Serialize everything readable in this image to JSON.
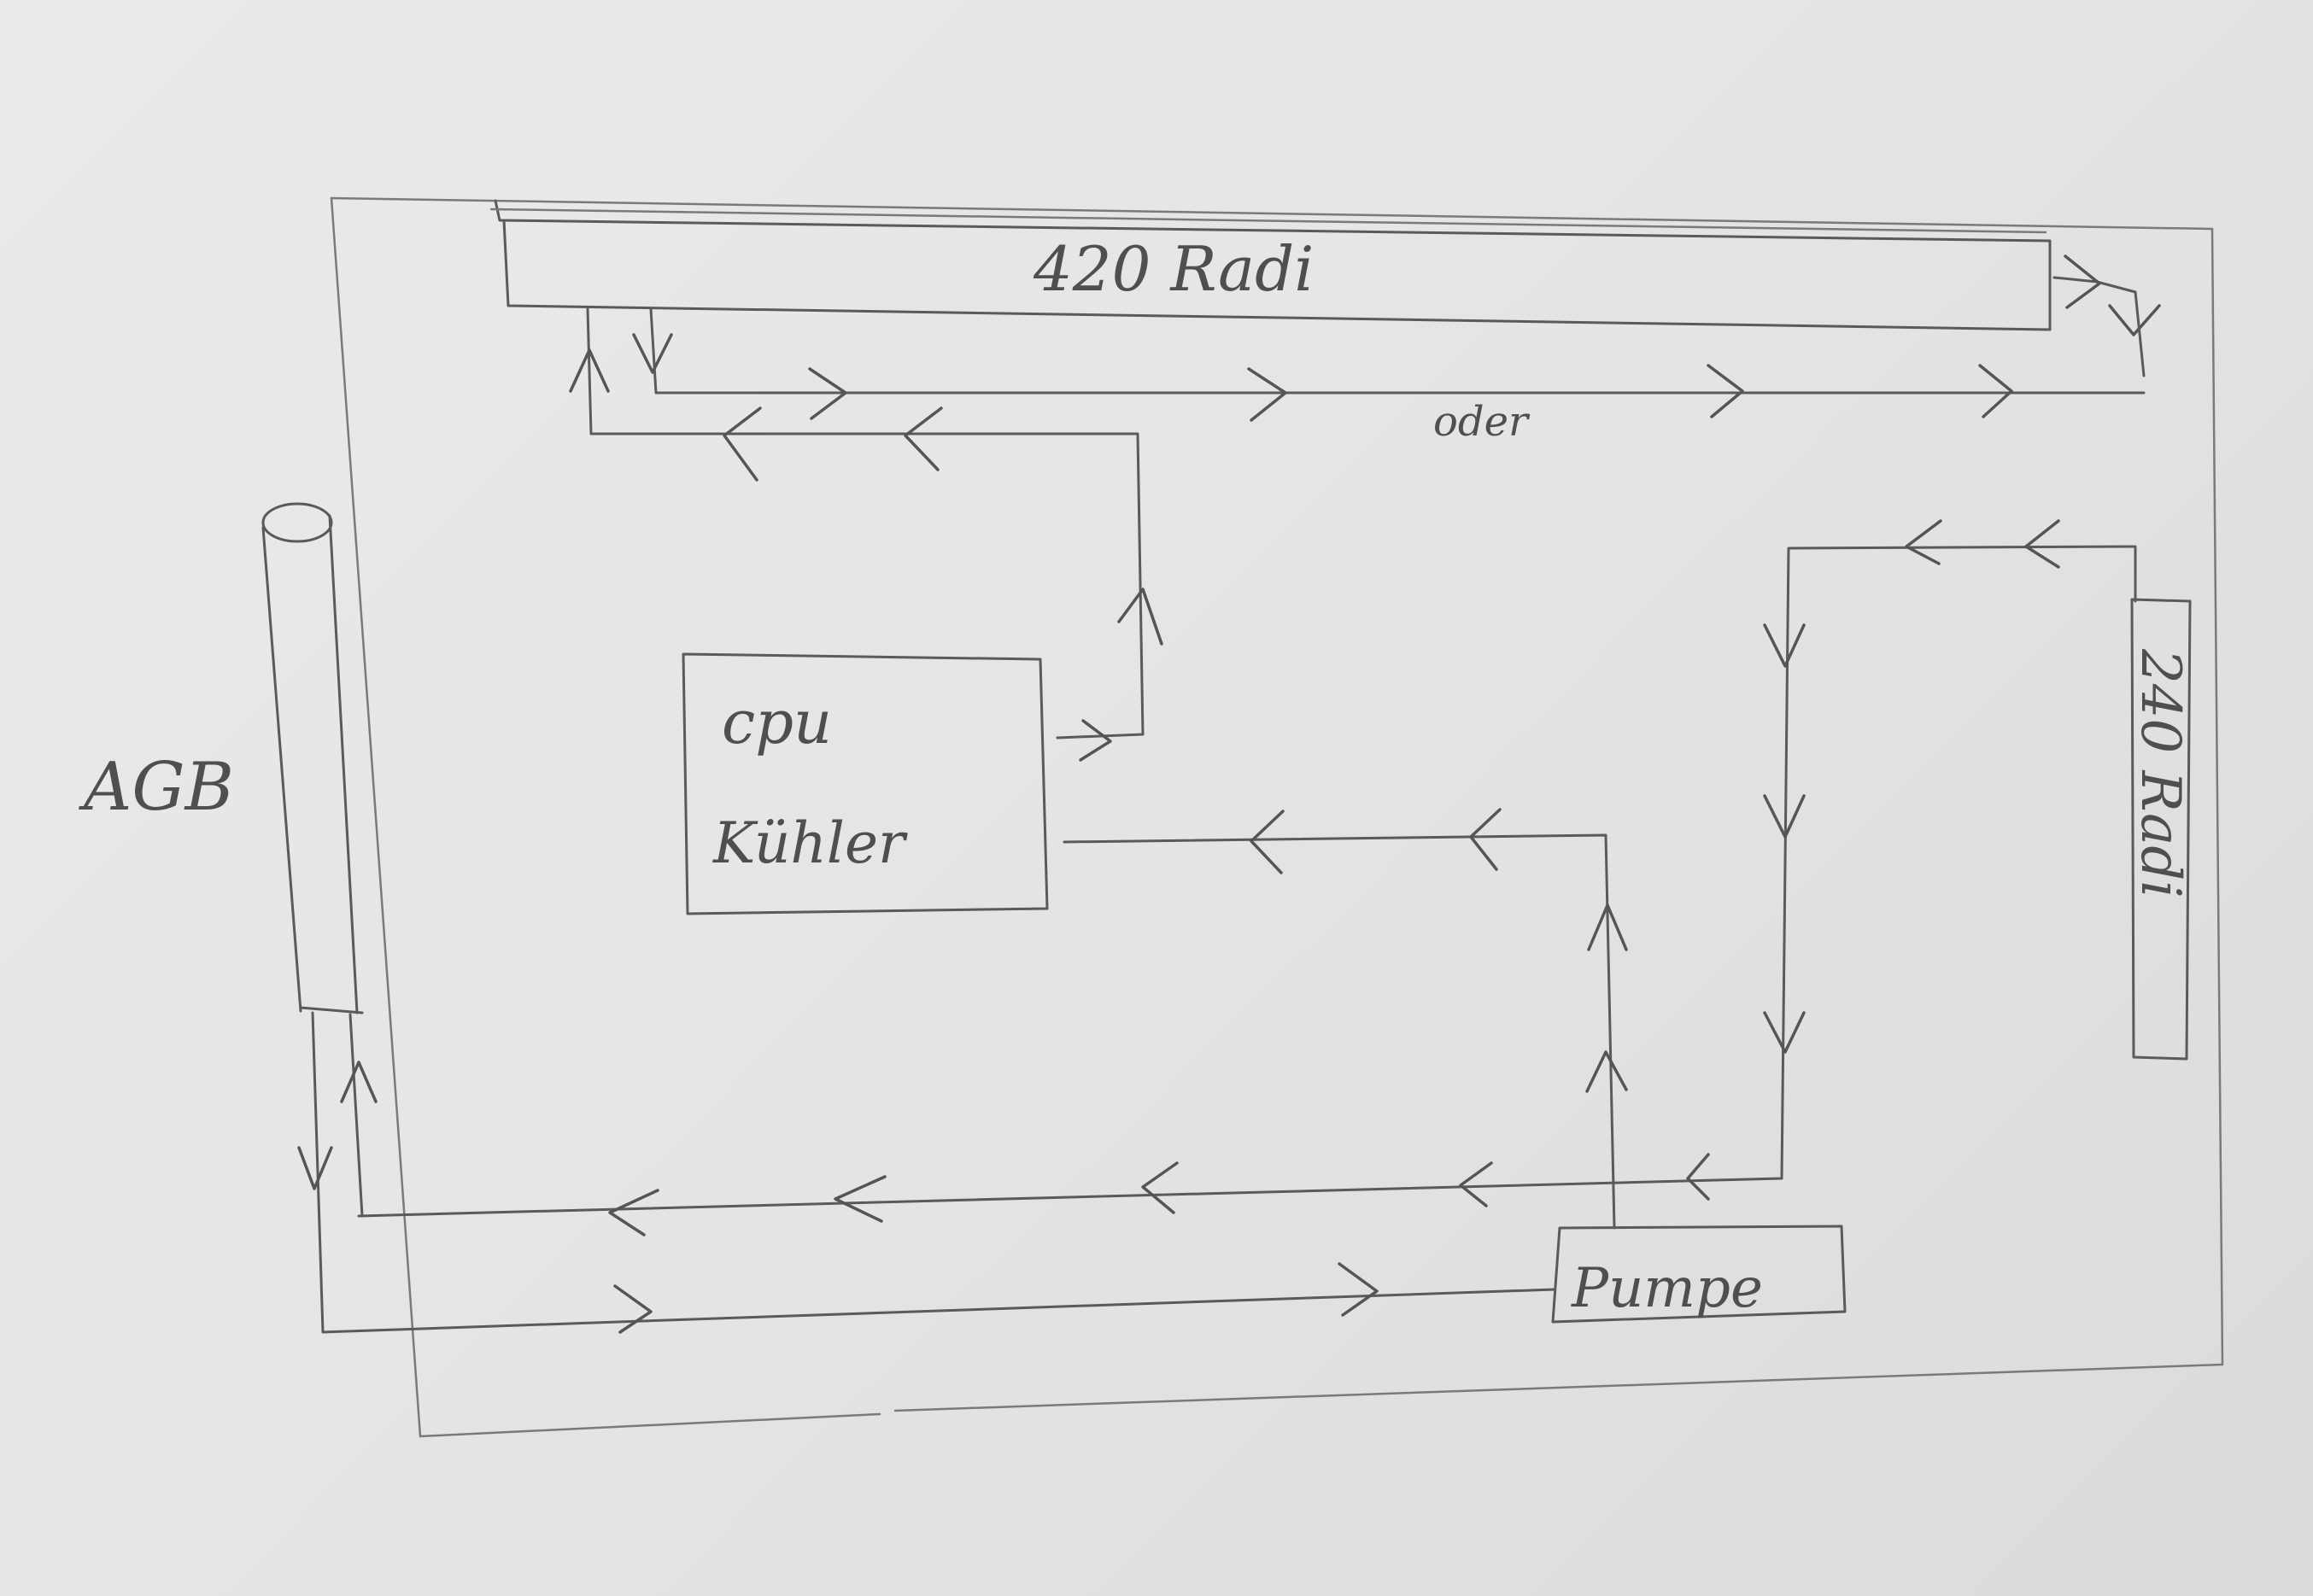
{
  "labels": {
    "radiator_top": "420 Radi",
    "or_text": "oder",
    "radiator_side": "240 Radi",
    "cpu_line1": "cpu",
    "cpu_line2": "Kühler",
    "reservoir": "AGB",
    "pump": "Pumpe"
  },
  "colors": {
    "paper": "#e9e8e6",
    "pencil": "#5a5a5a"
  }
}
